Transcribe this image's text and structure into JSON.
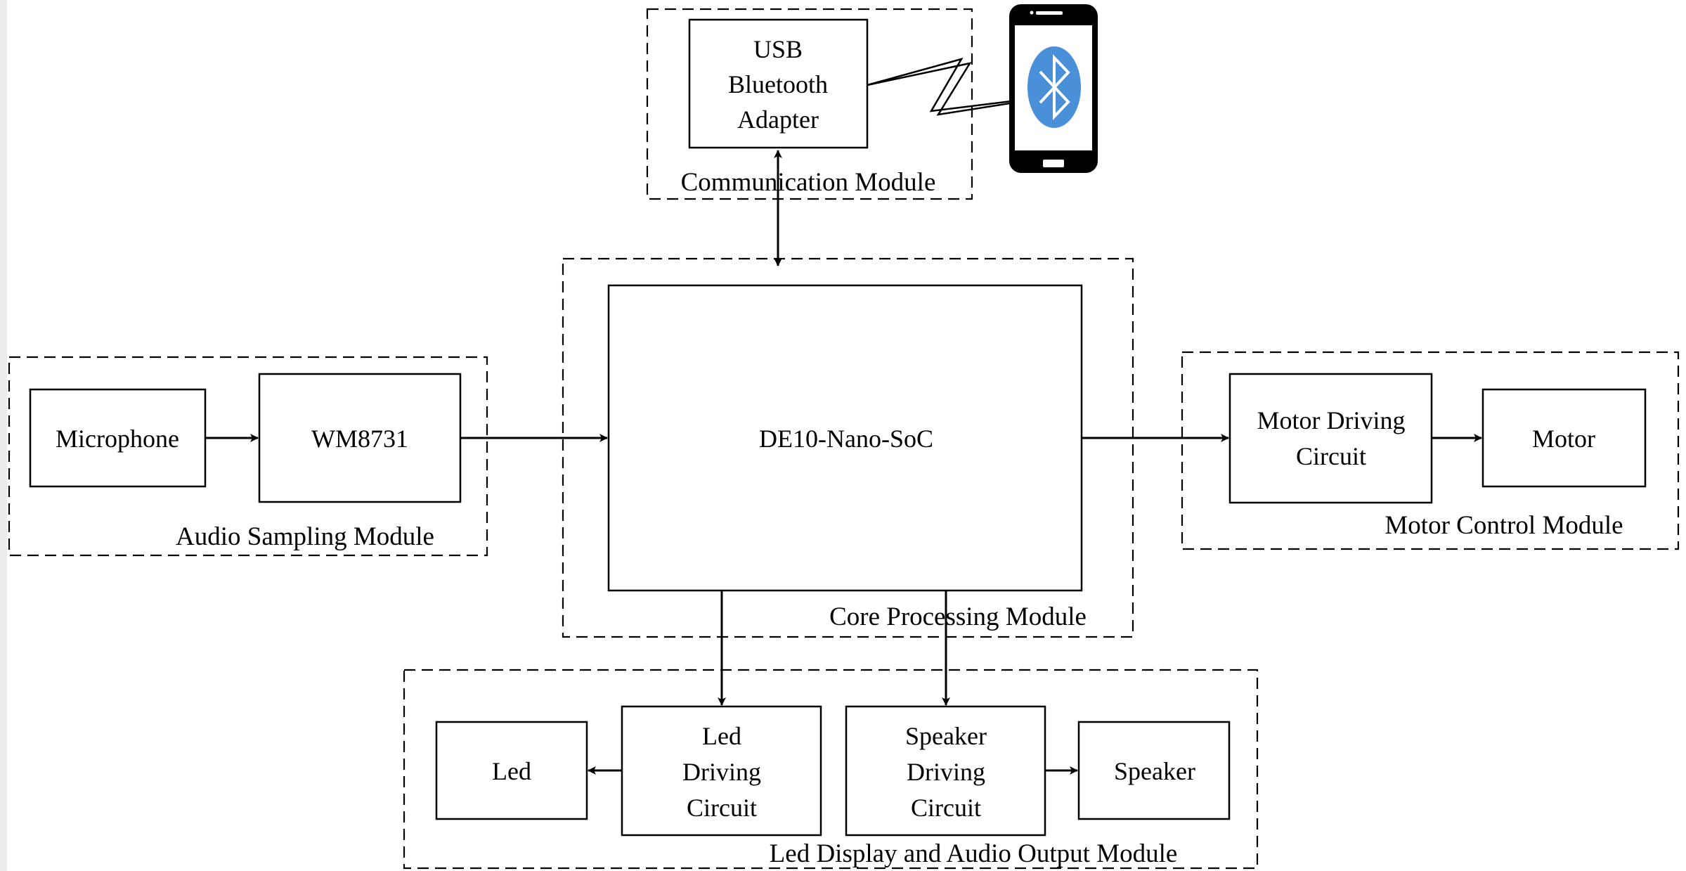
{
  "modules": {
    "communication": "Communication Module",
    "core": "Core Processing Module",
    "audio_sampling": "Audio Sampling Module",
    "motor_control": "Motor Control Module",
    "output": "Led Display and Audio Output Module"
  },
  "blocks": {
    "usb_adapter": [
      "USB",
      "Bluetooth",
      "Adapter"
    ],
    "soc": "DE10-Nano-SoC",
    "microphone": "Microphone",
    "codec": "WM8731",
    "motor_driver": [
      "Motor Driving",
      "Circuit"
    ],
    "motor": "Motor",
    "led": "Led",
    "led_driver": [
      "Led",
      "Driving",
      "Circuit"
    ],
    "speaker_driver": [
      "Speaker",
      "Driving",
      "Circuit"
    ],
    "speaker": "Speaker"
  },
  "icons": {
    "phone": "smartphone-icon",
    "bluetooth": "bluetooth-icon",
    "bluetooth_color": "#4a90d9"
  }
}
